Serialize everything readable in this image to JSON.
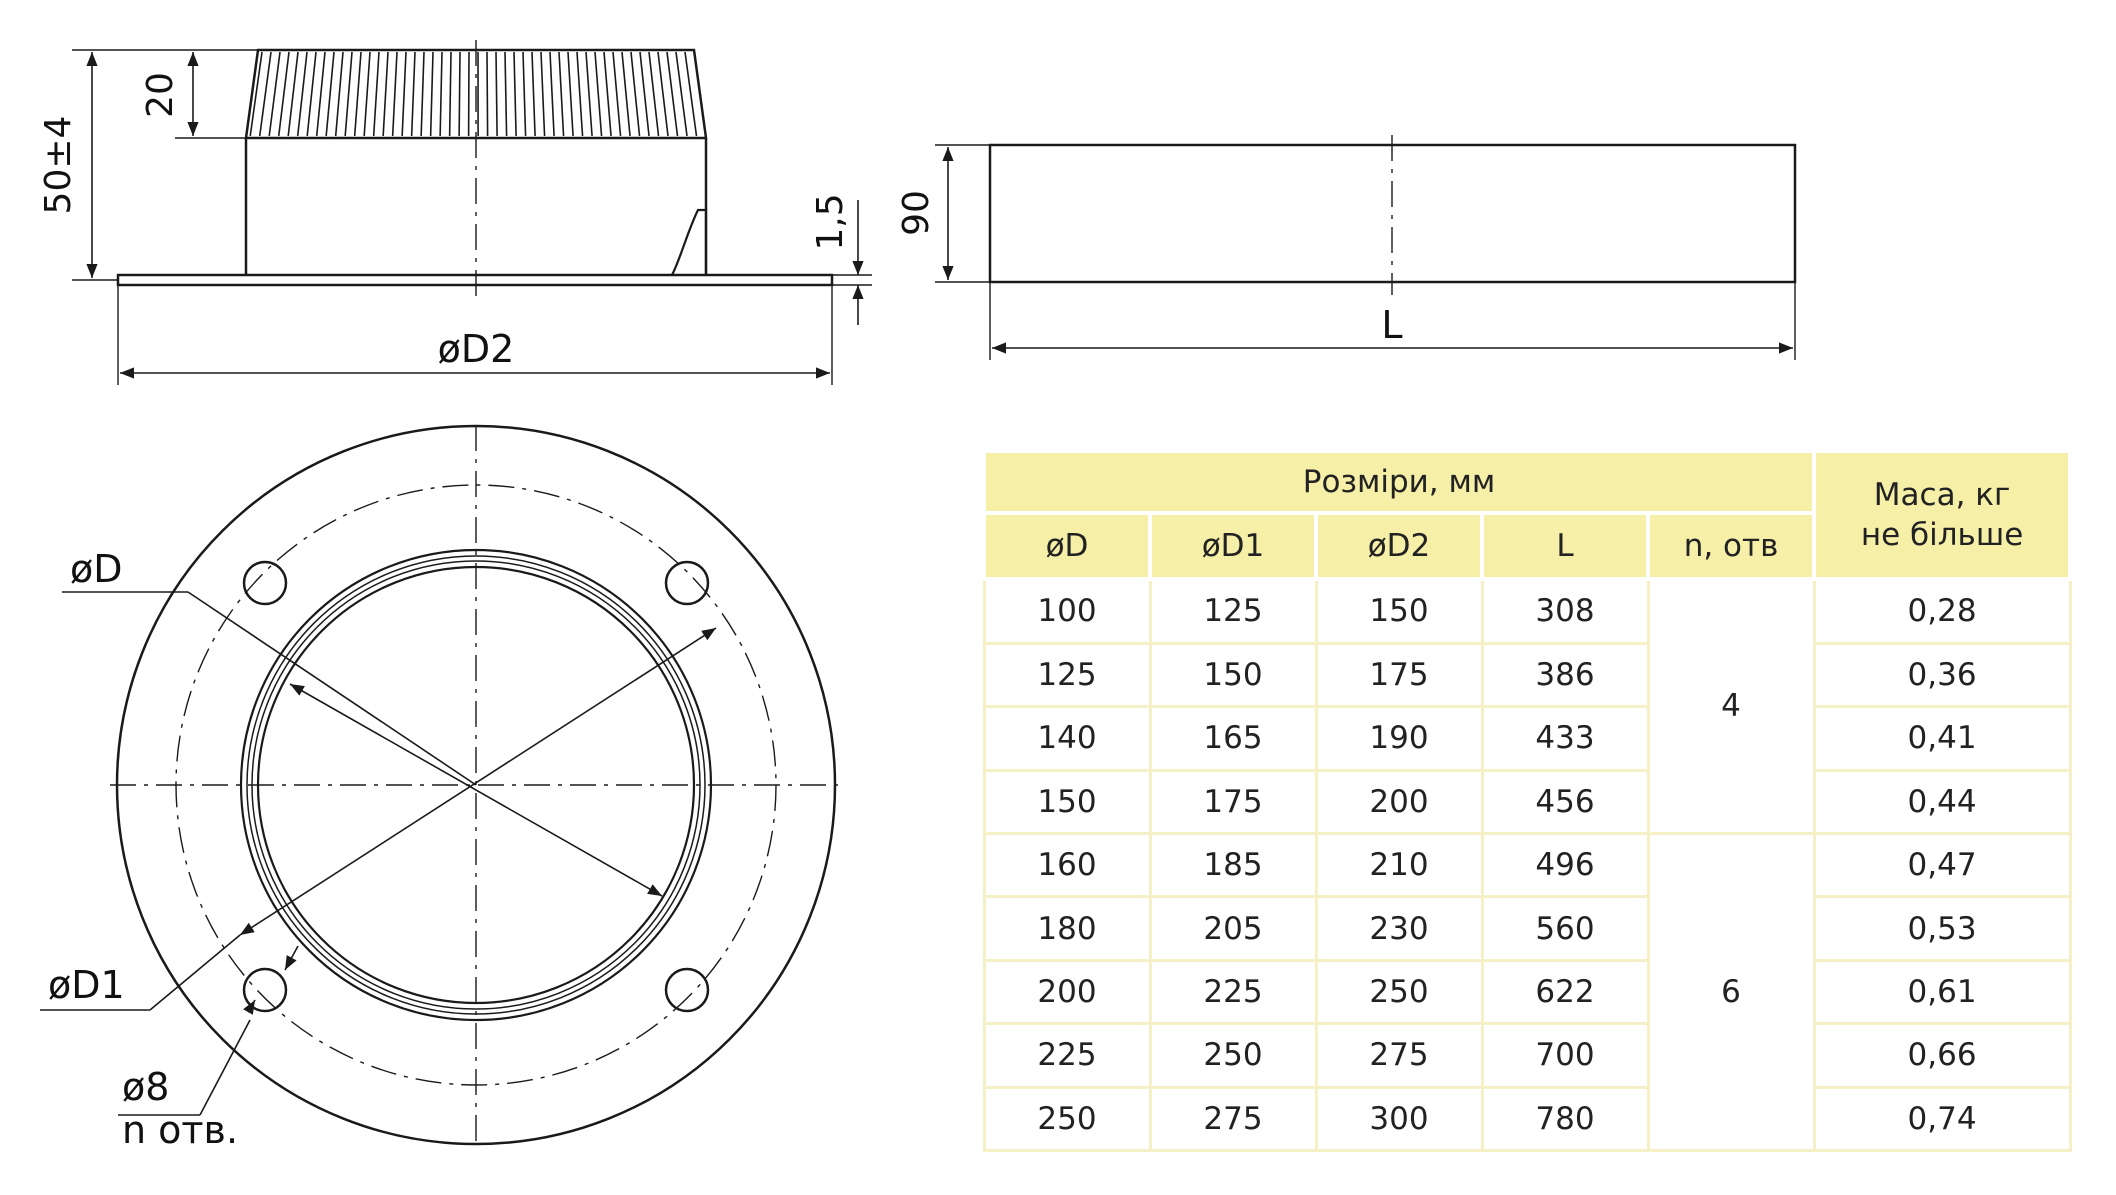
{
  "labels": {
    "height_total": "50±4",
    "height_top": "20",
    "thickness": "1,5",
    "height_strip": "90",
    "length": "L",
    "diameter_flange": "øD2",
    "diameter_inner": "øD",
    "diameter_holes_circle": "øD1",
    "hole_diameter": "ø8",
    "hole_count": "n отв."
  },
  "table": {
    "group_header": "Розміри, мм",
    "mass_header_line1": "Маса, кг",
    "mass_header_line2": "не більше",
    "columns": [
      "øD",
      "øD1",
      "øD2",
      "L",
      "n, отв"
    ],
    "n_groups": [
      "4",
      "6"
    ],
    "rows": [
      [
        "100",
        "125",
        "150",
        "308",
        "0,28"
      ],
      [
        "125",
        "150",
        "175",
        "386",
        "0,36"
      ],
      [
        "140",
        "165",
        "190",
        "433",
        "0,41"
      ],
      [
        "150",
        "175",
        "200",
        "456",
        "0,44"
      ],
      [
        "160",
        "185",
        "210",
        "496",
        "0,47"
      ],
      [
        "180",
        "205",
        "230",
        "560",
        "0,53"
      ],
      [
        "200",
        "225",
        "250",
        "622",
        "0,61"
      ],
      [
        "225",
        "250",
        "275",
        "700",
        "0,66"
      ],
      [
        "250",
        "275",
        "300",
        "780",
        "0,74"
      ]
    ]
  },
  "colors": {
    "line": "#1a1a1a",
    "header_fill": "#f6efa8",
    "grid": "#f5f0c6"
  }
}
